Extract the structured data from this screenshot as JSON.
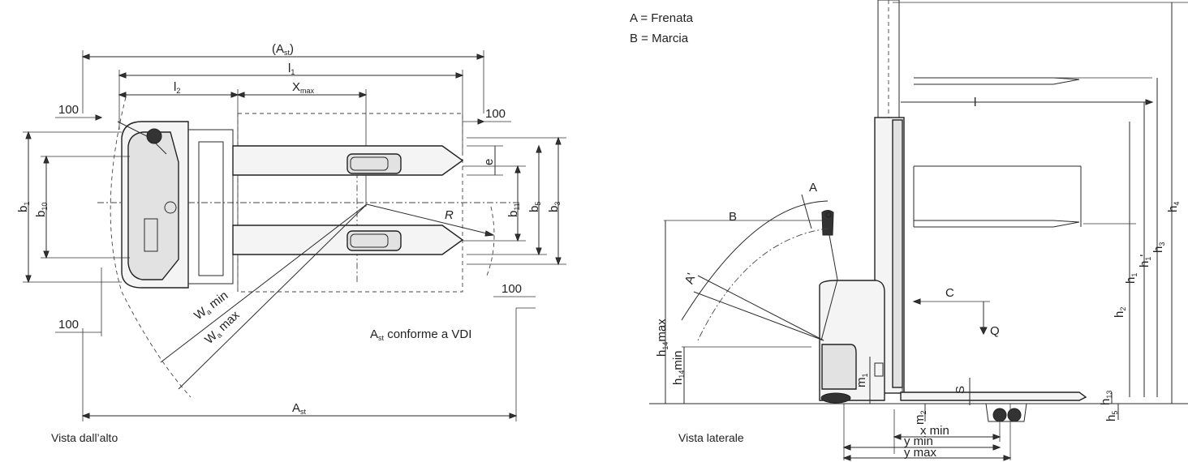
{
  "legend": {
    "a": "A = Frenata",
    "b": "B = Marcia"
  },
  "top_view": {
    "caption": "Vista dall’alto",
    "note_main": "A",
    "note_sub": "st",
    "note_rest": " conforme a VDI",
    "labels": {
      "ast_paren_open": "(A",
      "ast_paren_sub": "st",
      "ast_paren_close": ")",
      "l1": "l",
      "l1_sub": "1",
      "l2": "l",
      "l2_sub": "2",
      "xmax": "X",
      "xmax_sub": "max",
      "clear_100_a": "100",
      "clear_100_b": "100",
      "clear_100_c": "100",
      "clear_100_d": "100",
      "b1": "b",
      "b1_sub": "1",
      "b10": "b",
      "b10_sub": "10",
      "b11": "b",
      "b11_sub": "11",
      "b5": "b",
      "b5_sub": "5",
      "b3": "b",
      "b3_sub": "3",
      "e": "e",
      "r": "R",
      "wa_min": "W",
      "wa_min_sub": "a",
      "wa_min_rest": " min",
      "wa_max": "W",
      "wa_max_sub": "a",
      "wa_max_rest": " max",
      "ast": "A",
      "ast_sub": "st"
    }
  },
  "side_view": {
    "caption": "Vista laterale",
    "labels": {
      "a": "A",
      "a_prime": "A'",
      "b": "B",
      "c": "C",
      "q": "Q",
      "l": "l",
      "h14max": "h",
      "h14max_sub": "14",
      "h14max_rest": "max",
      "h14min": "h",
      "h14min_sub": "14",
      "h14min_rest": "min",
      "m1": "m",
      "m1_sub": "1",
      "m2": "m",
      "m2_sub": "2",
      "s": "S",
      "h1": "h",
      "h1_sub": "1",
      "h1p": "h",
      "h1p_sub": "1",
      "h1p_prime": "'",
      "h2": "h",
      "h2_sub": "2",
      "h3": "h",
      "h3_sub": "3",
      "h4": "h",
      "h4_sub": "4",
      "h5": "h",
      "h5_sub": "5",
      "h13": "h",
      "h13_sub": "13",
      "x_min": "x min",
      "y_min": "y min",
      "y_max": "y max"
    }
  }
}
